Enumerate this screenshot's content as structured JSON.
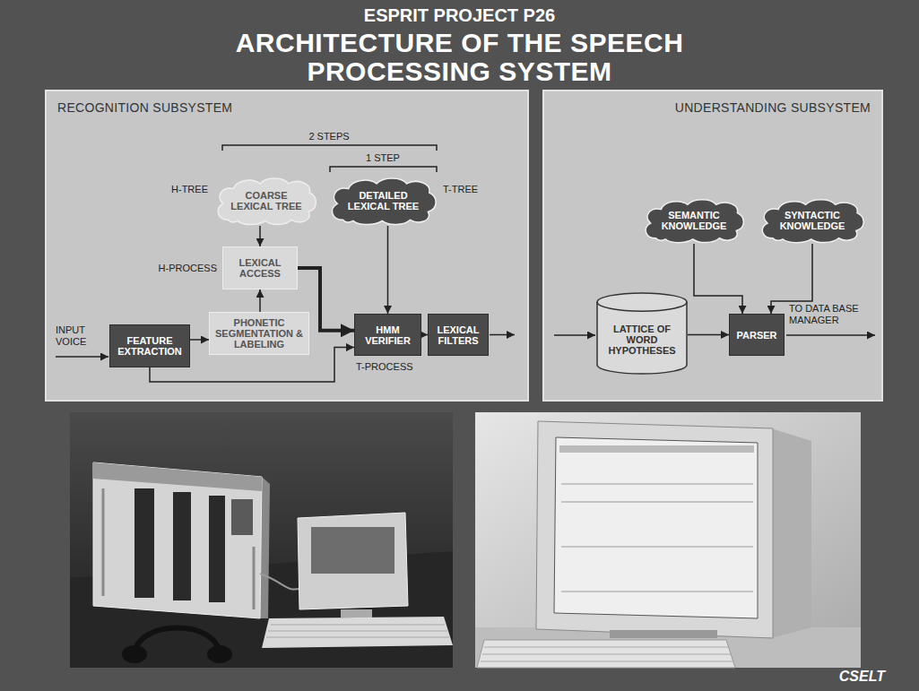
{
  "diagram": {
    "title": "ARCHITECTURE OF THE SPEECH PROCESSING SYSTEM",
    "nodes": [
      {
        "text": [
          "RECOGNITION SUBSYSTEM"
        ]
      },
      {
        "text": [
          "COARSE LEXICAL TREE"
        ],
        "in": 0
      },
      {
        "text": [
          "DETAILED LEXICAL TREE"
        ],
        "in": 0
      },
      {
        "text": [
          "LEXICAL ACCESS"
        ],
        "in": 0
      },
      {
        "text": [
          "FEATURE EXTRACTION"
        ],
        "in": 0
      },
      {
        "text": [
          "PHONETIC SEGMENTATION & LABELING"
        ],
        "in": 0
      },
      {
        "text": [
          "HMM VERIFIER"
        ],
        "in": 0
      },
      {
        "text": [
          "LEXICAL FILTERS"
        ],
        "in": 0
      },
      {
        "text": [
          "UNDERSTANDING SUBSYSTEM"
        ]
      },
      {
        "text": [
          "SEMANTIC KNOWLEDGE"
        ],
        "in": 8
      },
      {
        "text": [
          "SYNTACTIC KNOWLEDGE"
        ],
        "in": 8
      },
      {
        "text": [
          "LATTICE OF WORD HYPOTHESES"
        ],
        "in": 8
      },
      {
        "text": [
          "PARSER"
        ],
        "in": 8
      }
    ],
    "edges": [
      {
        "from": 1,
        "to": 3,
        "arrow": "to"
      },
      {
        "from": 5,
        "to": 3,
        "arrow": "to"
      },
      {
        "from": 2,
        "to": 6,
        "arrow": "to"
      },
      {
        "from": 3,
        "to": 6,
        "arrow": "to"
      },
      {
        "from": 4,
        "to": 5,
        "arrow": "to"
      },
      {
        "from": 4,
        "to": 6,
        "arrow": "to"
      },
      {
        "from": 6,
        "to": 7,
        "arrow": "to"
      },
      {
        "from": 11,
        "to": 12,
        "arrow": "to"
      },
      {
        "from": 9,
        "to": 12,
        "arrow": "to"
      },
      {
        "from": 10,
        "to": 12,
        "arrow": "to"
      }
    ],
    "labels": [
      "ESPRIT PROJECT P26",
      "2 STEPS",
      "1 STEP",
      "H-TREE",
      "T-TREE",
      "H-PROCESS",
      "T-PROCESS",
      "INPUT VOICE",
      "TO DATA BASE MANAGER",
      "CSELT"
    ]
  }
}
